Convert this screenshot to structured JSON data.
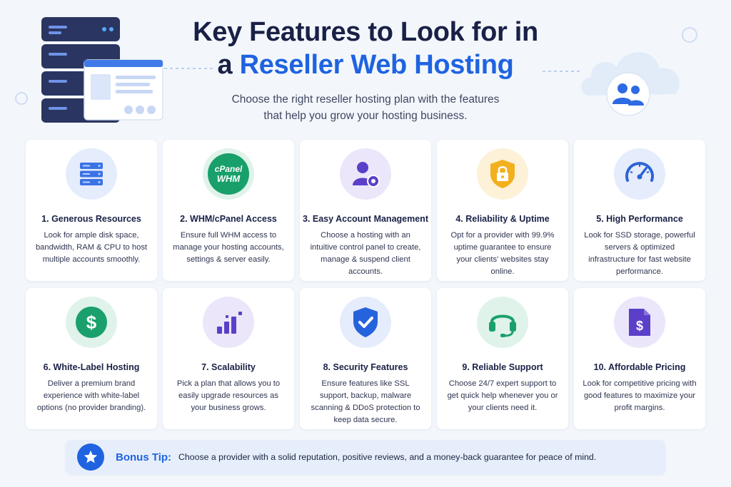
{
  "header": {
    "title_line1": "Key Features to Look for in",
    "title_line2_prefix": "a",
    "title_line2_accent": "Reseller Web Hosting",
    "subtitle_line1": "Choose the right reseller hosting plan with the features",
    "subtitle_line2": "that help you grow your hosting business."
  },
  "colors": {
    "accent": "#1f63e0",
    "title": "#1a2146",
    "page_bg": "#f3f7fc"
  },
  "features": [
    {
      "title": "1. Generous Resources",
      "desc": "Look for ample disk space, bandwidth, RAM & CPU to host multiple accounts smoothly.",
      "icon": "server-icon"
    },
    {
      "title": "2. WHM/cPanel Access",
      "desc": "Ensure full WHM access to manage your hosting accounts, settings & server easily.",
      "icon": "cpanel-whm-logo",
      "logo_line1": "cPanel",
      "logo_line2": "WHM"
    },
    {
      "title": "3. Easy Account Management",
      "desc": "Choose a hosting with an intuitive control panel to create, manage & suspend client accounts.",
      "icon": "user-gear-icon"
    },
    {
      "title": "4. Reliability & Uptime",
      "desc": "Opt for a provider with 99.9% uptime guarantee to ensure your clients' websites stay online.",
      "icon": "shield-lock-icon"
    },
    {
      "title": "5. High Performance",
      "desc": "Look for SSD storage, powerful servers & optimized infrastructure for fast website performance.",
      "icon": "speedometer-icon"
    },
    {
      "title": "6. White-Label Hosting",
      "desc": "Deliver a premium brand experience with white-label options (no provider branding).",
      "icon": "dollar-icon"
    },
    {
      "title": "7. Scalability",
      "desc": "Pick a plan that allows you to easily upgrade resources as your business grows.",
      "icon": "bar-chart-icon"
    },
    {
      "title": "8. Security Features",
      "desc": "Ensure features like SSL support, backup, malware scanning & DDoS protection to keep data secure.",
      "icon": "shield-check-icon"
    },
    {
      "title": "9. Reliable Support",
      "desc": "Choose 24/7 expert support to get quick help whenever you or your clients need it.",
      "icon": "headset-icon"
    },
    {
      "title": "10. Affordable Pricing",
      "desc": "Look for competitive pricing with good features to maximize your profit margins.",
      "icon": "price-document-icon"
    }
  ],
  "bonus": {
    "label": "Bonus Tip:",
    "text": "Choose a provider with a solid reputation, positive reviews, and a money-back guarantee for peace of mind.",
    "icon": "star-icon"
  }
}
